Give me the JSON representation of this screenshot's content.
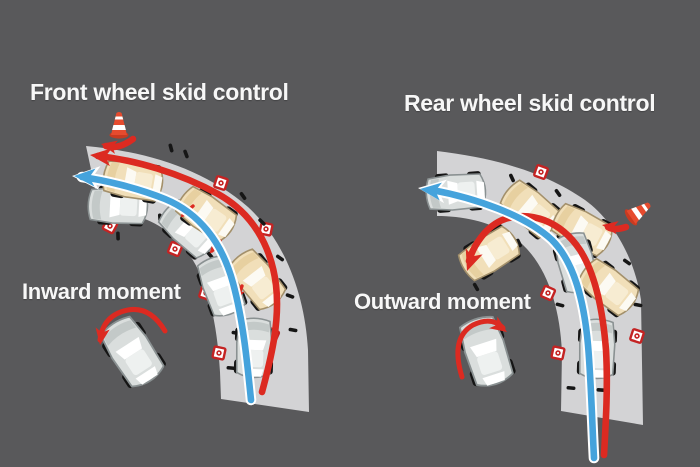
{
  "diagram": {
    "panels": [
      {
        "id": "front-wheel-skid",
        "title": "Front wheel skid control",
        "moment_label": "Inward moment",
        "moment_icon": "counterclockwise-yaw-arrow-icon"
      },
      {
        "id": "rear-wheel-skid",
        "title": "Rear wheel skid control",
        "moment_label": "Outward moment",
        "moment_icon": "clockwise-yaw-arrow-icon"
      }
    ],
    "icons": {
      "cone": "traffic-cone-icon",
      "marker": "skid-marker-icon",
      "car_silver": "car-top-view-silver-icon",
      "car_tan": "car-top-view-tan-icon"
    },
    "colors": {
      "background": "#59595b",
      "road": "#d3d3d5",
      "skid_path_red": "#dc2a21",
      "controlled_path_blue": "#45a3dc",
      "path_casing_white": "#ffffff",
      "car_tan_body": "#f1dfb9",
      "car_silver_body": "#dadedd",
      "cone_orange": "#e64b2e",
      "marker_red": "#c42323",
      "text": "#f7f7f7"
    }
  }
}
